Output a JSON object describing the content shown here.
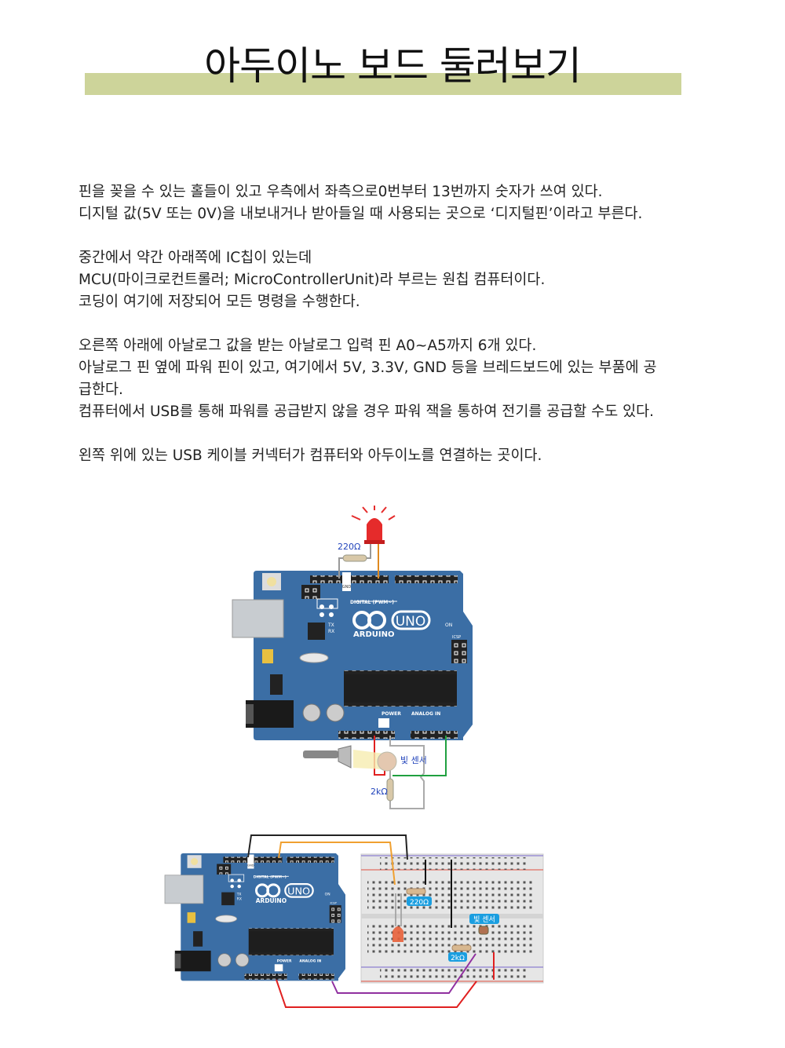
{
  "title": "아두이노 보드 둘러보기",
  "colors": {
    "title_bar": "#cdd49a",
    "board": "#3b6ea5",
    "annotation": "#2244bb",
    "label_box": "#1a9ee0"
  },
  "paragraphs": [
    [
      "핀을 꽂을 수 있는 홀들이 있고 우측에서 좌측으로0번부터 13번까지 숫자가 쓰여 있다.",
      "디지털 값(5V 또는 0V)을 내보내거나 받아들일 때 사용되는 곳으로 ‘디지털핀’이라고 부른다."
    ],
    [
      "중간에서 약간 아래쪽에 IC칩이 있는데",
      "MCU(마이크로컨트롤러; MicroControllerUnit)라 부르는 원칩 컴퓨터이다.",
      "코딩이 여기에 저장되어 모든 명령을 수행한다."
    ],
    [
      "오른쪽 아래에 아날로그 값을 받는 아날로그 입력 핀 A0~A5까지 6개 있다.",
      "아날로그 핀 옆에 파워 핀이 있고, 여기에서 5V, 3.3V, GND 등을 브레드보드에 있는 부품에 공",
      "급한다.",
      "컴퓨터에서 USB를 통해 파워를 공급받지 않을 경우 파워 잭을 통하여 전기를 공급할 수도 있다."
    ],
    [
      "왼쪽 위에 있는 USB 케이블 커넥터가 컴퓨터와 아두이노를 연결하는 곳이다."
    ]
  ],
  "board": {
    "logo_text": "UNO",
    "brand": "ARDUINO",
    "digital_label": "DIGITAL (PWM~)",
    "power_label": "POWER",
    "analog_label": "ANALOG IN",
    "gnd": "GND",
    "on": "ON",
    "icsp": "ICSP",
    "tx": "TX",
    "rx": "RX",
    "l": "L"
  },
  "figure1": {
    "resistor_led_label": "220Ω",
    "sensor_label": "빛 센서",
    "resistor_sensor_label": "2kΩ"
  },
  "figure2": {
    "resistor_led_label": "220Ω",
    "sensor_label": "빛 센서",
    "resistor_sensor_label": "2kΩ"
  }
}
